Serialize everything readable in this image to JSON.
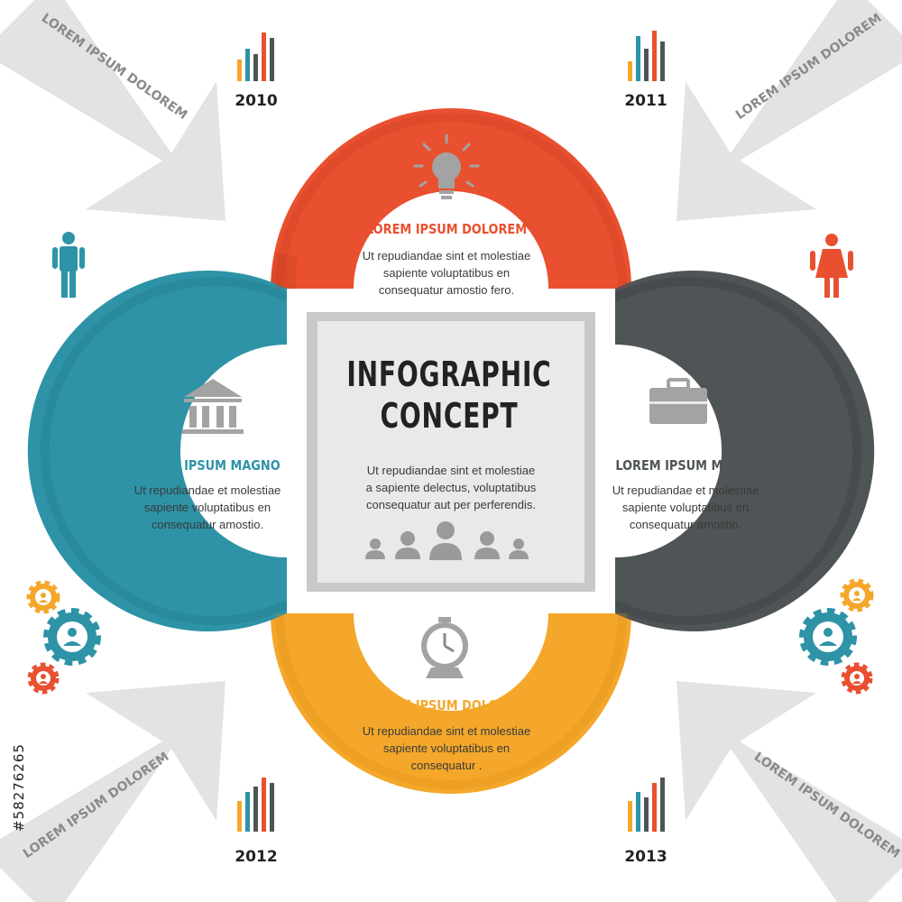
{
  "center": {
    "title_line1": "INFOGRAPHIC",
    "title_line2": "CONCEPT",
    "text": [
      "Ut repudiandae sint et molestiae",
      "a sapiente delectus, voluptatibus",
      "consequatur aut per perferendis."
    ]
  },
  "top": {
    "heading": "LOREM IPSUM DOLOREM",
    "text": [
      "Ut repudiandae sint et molestiae",
      "sapiente voluptatibus en",
      "consequatur amostio fero."
    ],
    "icon": "lightbulb-icon",
    "color": "#e9502f"
  },
  "left": {
    "heading": "LOREM IPSUM MAGNO",
    "text": [
      "Ut repudiandae et molestiae",
      "sapiente voluptatibus en",
      "consequatur amostio."
    ],
    "icon": "bank-icon",
    "color": "#2e93a6"
  },
  "right": {
    "heading": "LOREM IPSUM MAGNO",
    "text": [
      "Ut repudiandae et molestiae",
      "sapiente voluptatibus en",
      "consequatur amostio."
    ],
    "icon": "briefcase-icon",
    "color": "#4f5556"
  },
  "bottom": {
    "heading": "LOREM IPSUM DOLOREM",
    "text": [
      "Ut repudiandae sint et molestiae",
      "sapiente voluptatibus en",
      "consequatur ."
    ],
    "icon": "stopwatch-icon",
    "color": "#f4a72a"
  },
  "years": {
    "tl": "2010",
    "tr": "2011",
    "bl": "2012",
    "br": "2013"
  },
  "arrows": {
    "tl": "LOREM IPSUM DOLOREM",
    "tr": "LOREM IPSUM DOLOREM",
    "bl": "LOREM IPSUM DOLOREM",
    "br": "LOREM IPSUM DOLOREM"
  },
  "stock_id": "#58276265"
}
